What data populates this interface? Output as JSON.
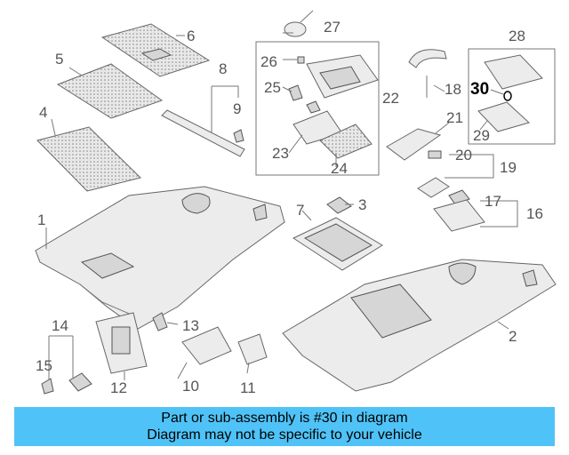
{
  "diagram": {
    "highlight": "#000000",
    "callouts": [
      "1",
      "2",
      "3",
      "4",
      "5",
      "6",
      "7",
      "8",
      "9",
      "10",
      "11",
      "12",
      "13",
      "14",
      "15",
      "16",
      "17",
      "18",
      "19",
      "20",
      "21",
      "22",
      "23",
      "24",
      "25",
      "26",
      "27",
      "28",
      "29",
      "30"
    ],
    "highlighted_callout": "30"
  },
  "banner": {
    "line1": "Part or sub-assembly is #30 in diagram",
    "line2": "Diagram may not be specific to your vehicle",
    "color": "#4fc3f7"
  }
}
